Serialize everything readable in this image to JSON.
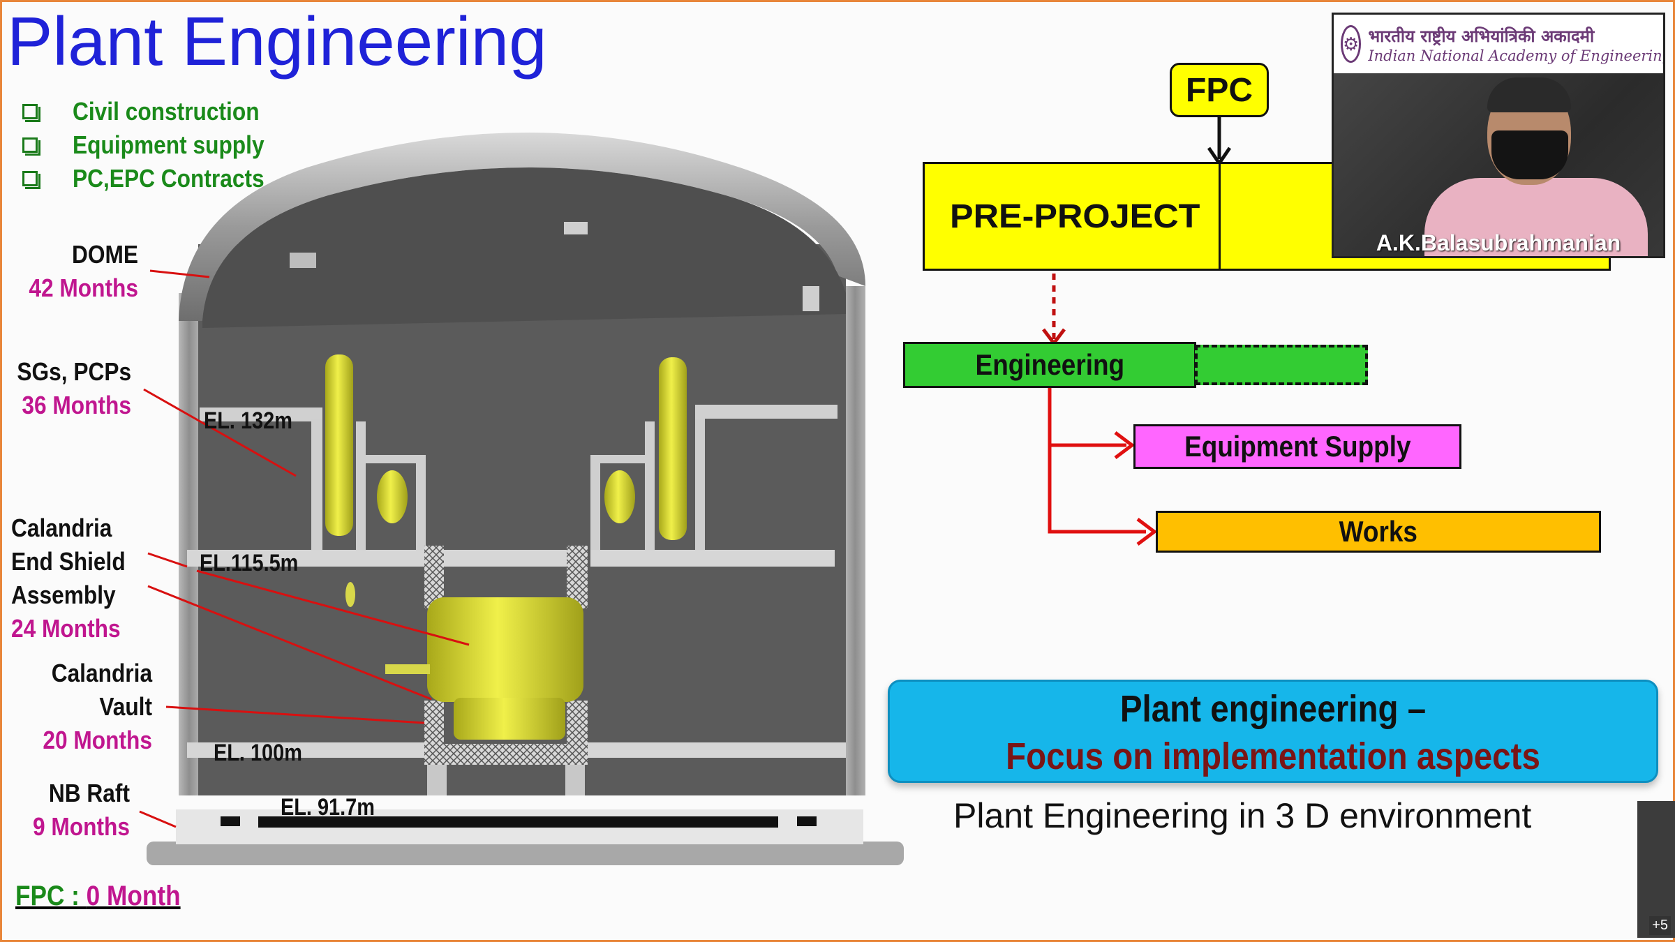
{
  "slide": {
    "title": "Plant Engineering",
    "bullets": [
      "Civil construction",
      "Equipment supply",
      "PC,EPC Contracts"
    ],
    "fpc_note": {
      "left": "FPC : ",
      "right": "0 Month"
    }
  },
  "diagram": {
    "labels": [
      {
        "id": "dome",
        "name": "DOME",
        "duration": "42 Months"
      },
      {
        "id": "sgs",
        "name": "SGs, PCPs",
        "duration": "36 Months"
      },
      {
        "id": "ces",
        "name_lines": [
          "Calandria",
          "End Shield",
          "Assembly"
        ],
        "duration": "24 Months"
      },
      {
        "id": "cv",
        "name_lines": [
          "Calandria",
          "Vault"
        ],
        "duration": "20 Months"
      },
      {
        "id": "nb",
        "name": "NB Raft",
        "duration": "9 Months"
      }
    ],
    "elevations": [
      "EL. 132m",
      "EL.115.5m",
      "EL. 100m",
      "EL. 91.7m"
    ]
  },
  "flow": {
    "fpc": "FPC",
    "pre_project": "PRE-PROJECT",
    "engineering": "Engineering",
    "equipment_supply": "Equipment Supply",
    "works": "Works"
  },
  "focus_box": {
    "line1": "Plant engineering –",
    "line2": "Focus on implementation aspects"
  },
  "caption": "Plant Engineering in 3 D environment",
  "video": {
    "org_hindi": "भारतीय राष्ट्रीय अभियांत्रिकी अकादमी",
    "org_english": "Indian National Academy of Engineering",
    "speaker": "A.K.Balasubrahmanian"
  },
  "participants_overflow": "+5",
  "colors": {
    "title": "#1f22d8",
    "bullet_green": "#1a8a1a",
    "duration_magenta": "#c0168f",
    "pre_project_yellow": "#ffff00",
    "engineering_green": "#33cc33",
    "equipment_pink": "#ff66ff",
    "works_orange": "#ffbf00",
    "focus_blue": "#16b6ea",
    "arrow_red": "#e01010"
  }
}
